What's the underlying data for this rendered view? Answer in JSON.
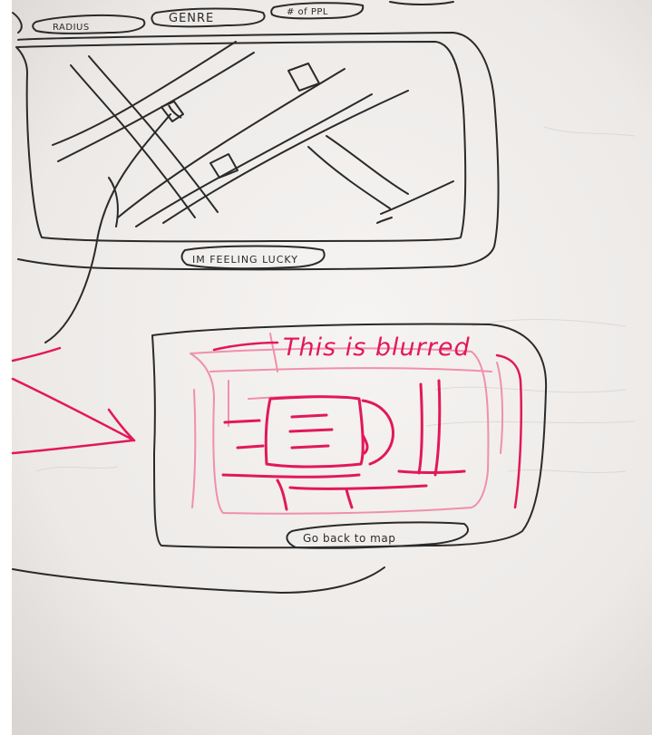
{
  "filter_bar": {
    "radius_label": "RADIUS",
    "genre_label": "GENRE",
    "partial_label": "# of PPL"
  },
  "map_panel": {
    "feeling_lucky_label": "IM FEELING LUCKY"
  },
  "detail_panel": {
    "annotation": "This is blurred",
    "go_back_label": "Go back to map"
  },
  "colors": {
    "board": "#f3f1ef",
    "marker_black": "#2a2a2a",
    "marker_pink": "#e2185a",
    "marker_pink_faint": "#f08fae"
  }
}
